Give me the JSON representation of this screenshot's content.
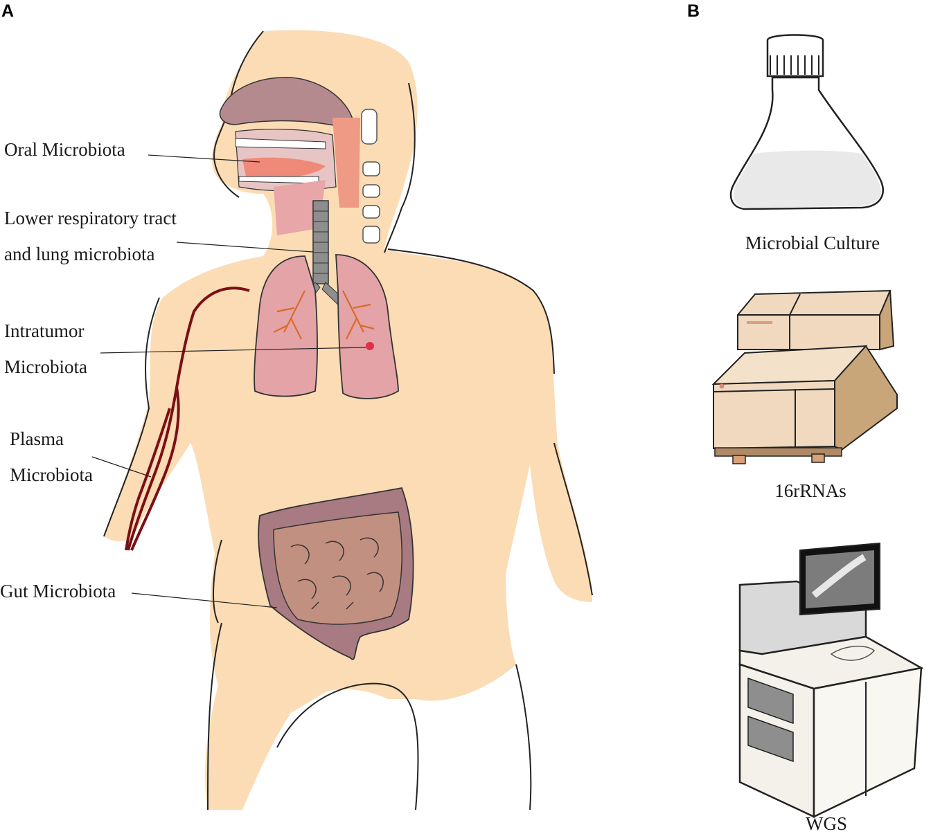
{
  "panel_a": {
    "letter": "A",
    "labels": {
      "oral": "Oral Microbiota",
      "lower_resp_1": "Lower respiratory tract",
      "lower_resp_2": "and lung microbiota",
      "intratumor_1": "Intratumor",
      "intratumor_2": "Microbiota",
      "plasma_1": "Plasma",
      "plasma_2": "Microbiota",
      "gut": "Gut Microbiota"
    }
  },
  "panel_b": {
    "letter": "B",
    "captions": {
      "culture": "Microbial Culture",
      "rrna": "16rRNAs",
      "wgs": "WGS"
    }
  },
  "colors": {
    "skin": "#fbdcb5",
    "organ_pink": "#e0a0a3",
    "organ_dark": "#a86c72",
    "vessel": "#7b0f15",
    "gut": "#b98a7e",
    "box_tan": "#f0d9bf"
  }
}
